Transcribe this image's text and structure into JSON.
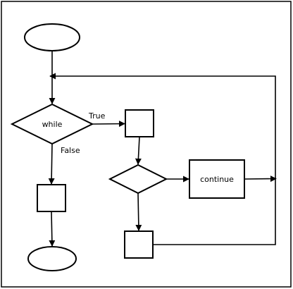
{
  "diagram": {
    "labels": {
      "while": "while",
      "continue": "continue",
      "true": "True",
      "false": "False"
    }
  }
}
